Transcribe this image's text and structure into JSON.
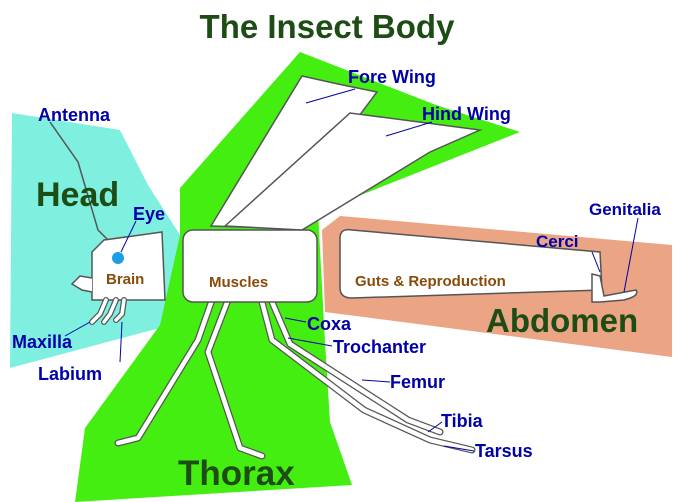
{
  "title": "The Insect Body",
  "regions": {
    "head": "Head",
    "thorax": "Thorax",
    "abdomen": "Abdomen"
  },
  "labels": {
    "antenna": "Antenna",
    "eye": "Eye",
    "maxilla": "Maxilla",
    "labium": "Labium",
    "fore_wing": "Fore Wing",
    "hind_wing": "Hind Wing",
    "genitalia": "Genitalia",
    "cerci": "Cerci",
    "coxa": "Coxa",
    "trochanter": "Trochanter",
    "femur": "Femur",
    "tibia": "Tibia",
    "tarsus": "Tarsus"
  },
  "organs": {
    "brain": "Brain",
    "muscles": "Muscles",
    "guts": "Guts & Reproduction"
  },
  "colors": {
    "title": "#1d4d14",
    "region_label": "#1d4d14",
    "part_label": "#0000a8",
    "organ_label": "#8a4a08",
    "head_fill": "#7ff0e0",
    "thorax_fill": "#44ee11",
    "abdomen_fill": "#eba484",
    "eye_fill": "#1a9ee8"
  }
}
